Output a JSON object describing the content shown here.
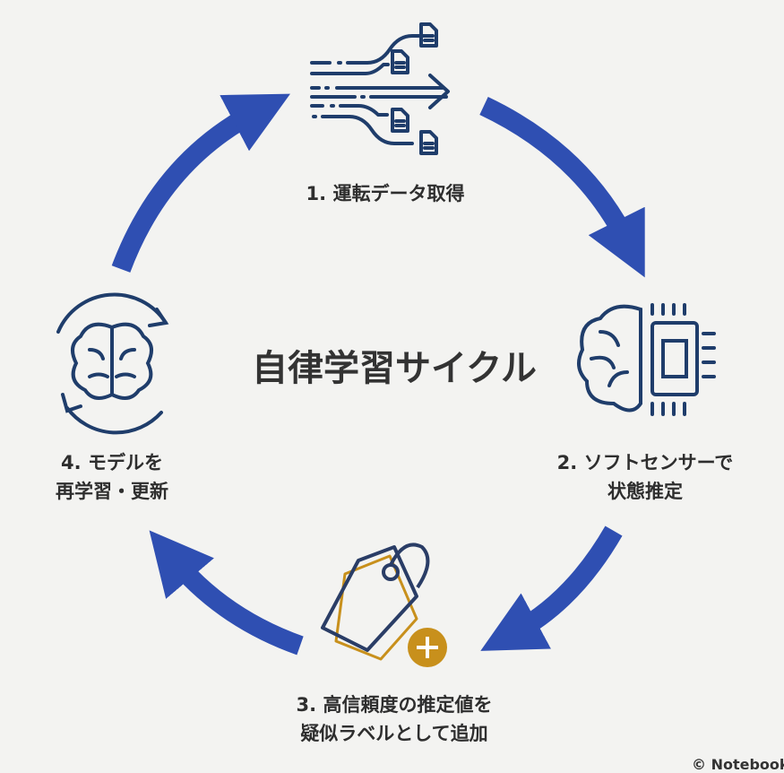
{
  "title": "自律学習サイクル",
  "steps": [
    {
      "label": "1. 運転データ取得",
      "icon": "data-stream-documents-icon"
    },
    {
      "label_lines": [
        "2. ソフトセンサーで",
        "状態推定"
      ],
      "icon": "brain-chip-icon"
    },
    {
      "label_lines": [
        "3. 高信頼度の推定値を",
        "疑似ラベルとして追加"
      ],
      "icon": "tag-plus-icon"
    },
    {
      "label_lines": [
        "4. モデルを",
        "再学習・更新"
      ],
      "icon": "brain-refresh-icon"
    }
  ],
  "watermark": "© NotebookLM",
  "colors": {
    "arrow": "#2f4fb2",
    "icon": "#1f3d6b",
    "accent": "#c8901c",
    "text": "#2e2e2e"
  }
}
